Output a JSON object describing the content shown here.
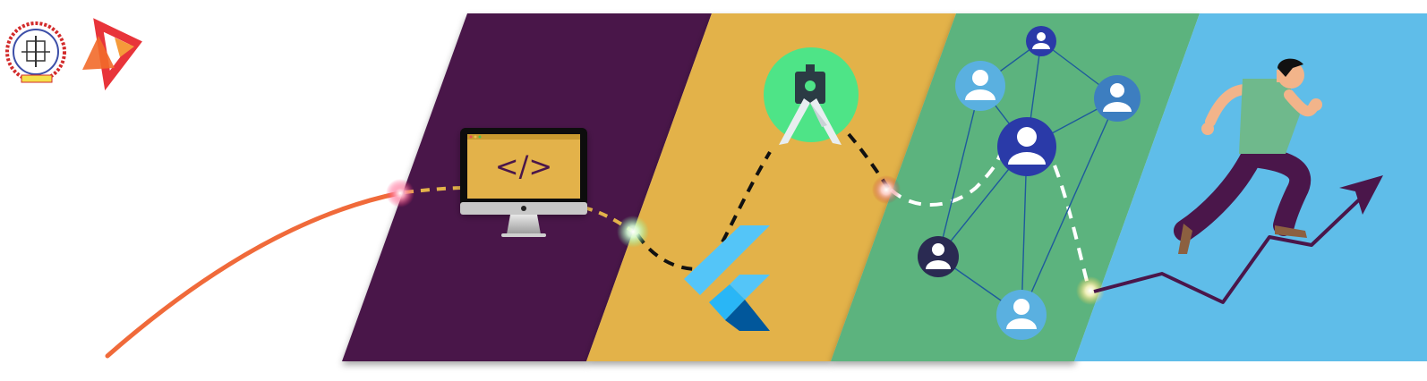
{
  "logos": {
    "university_seal_icon": "university-seal-icon",
    "brand_mark_icon": "brand-mark-icon"
  },
  "panels": [
    {
      "name": "coding",
      "color": "#4a164a"
    },
    {
      "name": "mobile-dev",
      "color": "#e3b24a"
    },
    {
      "name": "network",
      "color": "#5bb37e"
    },
    {
      "name": "growth",
      "color": "#5fbde9"
    }
  ],
  "monitor": {
    "code_text": "</>",
    "screen_color": "#e3b24a",
    "code_color": "#4a164a"
  },
  "icons": {
    "android_studio_icon": "android-studio-icon",
    "flutter_icon": "flutter-icon",
    "running_person_icon": "running-person-icon",
    "growth_arrow_icon": "growth-arrow-icon"
  },
  "colors": {
    "orange_curve": "#f06a3a",
    "android_green": "#4ee487",
    "android_dark": "#2b3b44",
    "flutter_light": "#54c5f8",
    "flutter_dark": "#01579b",
    "network_line": "#1e5a9c",
    "node_dark_blue": "#2a3aa8",
    "node_light_blue": "#5ab0e0",
    "node_mid_blue": "#3d7ec0",
    "node_navy": "#2a2a52",
    "growth_line": "#4a164a",
    "shirt": "#6fb98c",
    "pants": "#4a164a",
    "skin": "#f2b48a"
  }
}
